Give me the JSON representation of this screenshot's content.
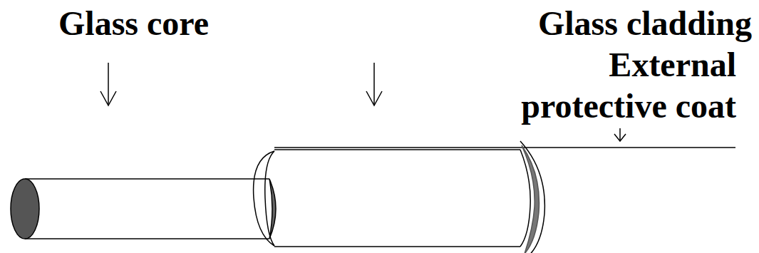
{
  "diagram": {
    "labels": [
      "Glass core",
      "Glass cladding",
      "External protective coat"
    ]
  }
}
